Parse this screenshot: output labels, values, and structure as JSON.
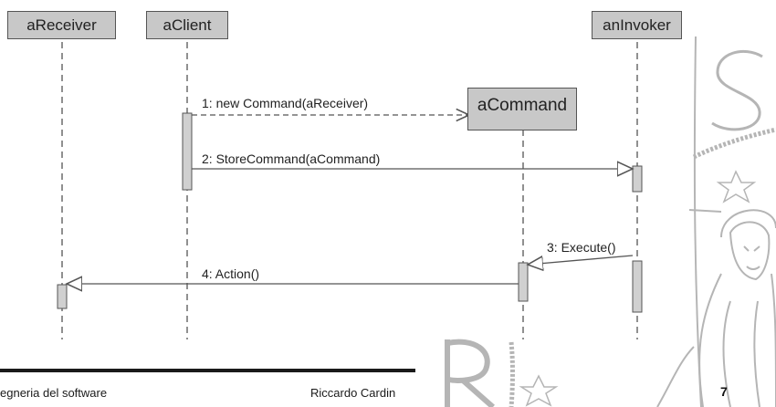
{
  "lifelines": {
    "receiver": "aReceiver",
    "client": "aClient",
    "command": "aCommand",
    "invoker": "anInvoker"
  },
  "messages": {
    "m1": "1: new Command(aReceiver)",
    "m2": "2: StoreCommand(aCommand)",
    "m3": "3: Execute()",
    "m4": "4: Action()"
  },
  "footer": {
    "course": "egneria del software",
    "author": "Riccardo Cardin",
    "page": "7"
  },
  "colors": {
    "box_fill": "#c8c8c8",
    "line": "#555555",
    "watermark": "#b5b5b5"
  }
}
